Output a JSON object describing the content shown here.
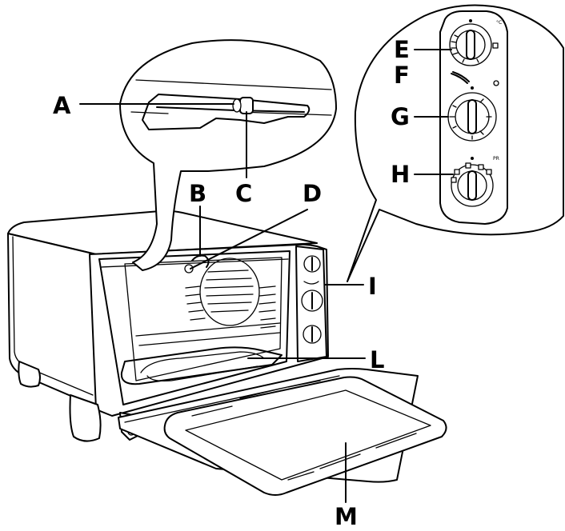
{
  "labels": {
    "A": "A",
    "B": "B",
    "C": "C",
    "D": "D",
    "E": "E",
    "F": "F",
    "G": "G",
    "H": "H",
    "I": "I",
    "L": "L",
    "M": "M"
  },
  "panel": {
    "celsius_mark": "°C",
    "function_mark": "PR"
  },
  "icons": [
    "timer-icon",
    "light-icon",
    "heating-mode-icon"
  ]
}
